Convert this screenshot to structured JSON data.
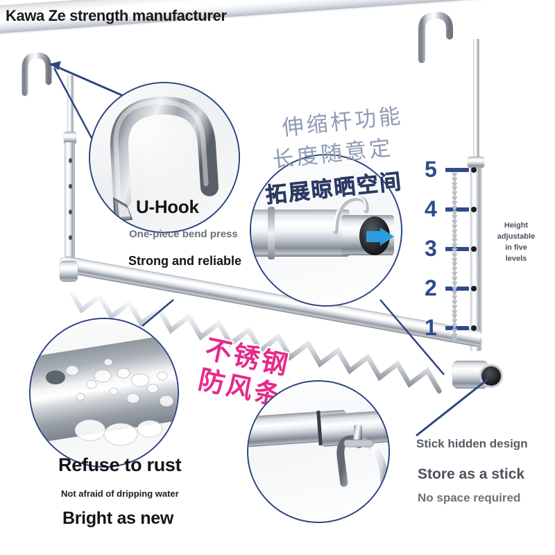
{
  "page": {
    "title": "Kawa Ze strength manufacturer",
    "background_color": "#ffffff"
  },
  "colors": {
    "navy": "#2c4580",
    "level_navy": "#2f4a8c",
    "magenta": "#e52a8b",
    "chrome_light": "#ffffff",
    "chrome_dark": "#7d848b",
    "arrow_blue": "#2f9be0",
    "gray_text": "#6b7079"
  },
  "callouts": {
    "u_hook": {
      "name": "U-Hook",
      "title": "U-Hook",
      "subtitle": "One-piece bend press",
      "tagline": "Strong and reliable",
      "image_alt": "close-up of stainless steel U shaped hook"
    },
    "telescopic": {
      "line1": "伸缩杆功能",
      "line2": "长度随意定",
      "line3": "拓展晾晒空间",
      "image_alt": "chrome telescoping tube joint with blue extension arrow"
    },
    "rust": {
      "title": "Refuse to rust",
      "subtitle": "Not afraid of dripping water",
      "tagline": "Bright as new",
      "image_alt": "wet chrome rod covered in water droplets"
    },
    "wind_strip": {
      "line1": "不锈钢",
      "line2": "防风条"
    },
    "storage": {
      "title": "Stick hidden design",
      "headline": "Store as a stick",
      "subtitle": "No space required",
      "image_alt": "folded rod with hook stored as a stick"
    }
  },
  "height_scale": {
    "levels": [
      {
        "label": "5"
      },
      {
        "label": "4"
      },
      {
        "label": "3"
      },
      {
        "label": "2"
      },
      {
        "label": "1"
      }
    ],
    "note_lines": [
      "Height",
      "adjustable",
      "in five",
      "levels"
    ]
  }
}
